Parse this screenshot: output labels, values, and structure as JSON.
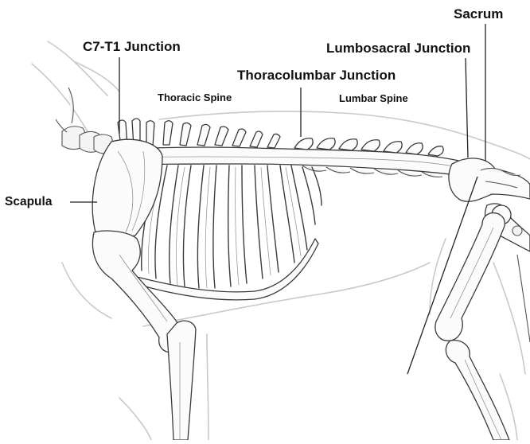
{
  "labels": {
    "sacrum": "Sacrum",
    "lumbosacral_junction": "Lumbosacral Junction",
    "c7_t1_junction": "C7-T1 Junction",
    "thoracolumbar_junction": "Thoracolumbar Junction",
    "thoracic_spine": "Thoracic Spine",
    "lumbar_spine": "Lumbar Spine",
    "scapula": "Scapula"
  },
  "colors": {
    "text": "#111111",
    "bone_stroke": "#3a3a3a",
    "bone_fill": "#fbfbfb",
    "body_outline": "#c9c9c9",
    "leader_line": "#222222"
  }
}
